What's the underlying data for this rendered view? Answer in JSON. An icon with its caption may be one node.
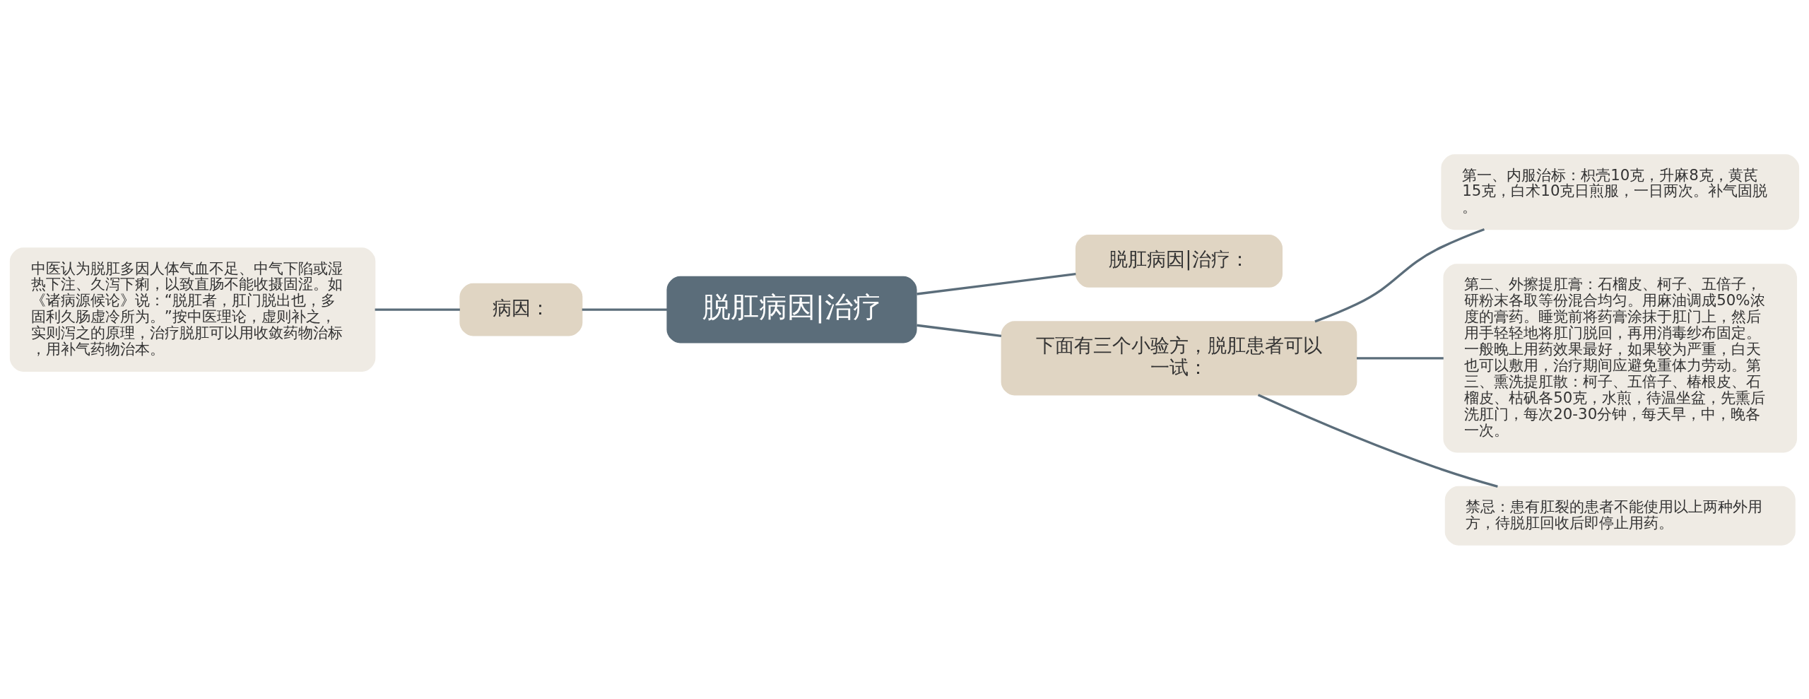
{
  "diagram": {
    "nodes": [
      {
        "text": [
          "脱肛病因|治疗"
        ]
      },
      {
        "text": [
          "脱肛病因|治疗："
        ]
      },
      {
        "text": [
          "病因："
        ]
      },
      {
        "text": [
          "中医认为脱肛多因人体气血不足、中气下陷或湿热下注、久泻下痢，以致直肠不能收摄固涩。如《诸病源候论》说：“脱肛者，肛门脱出也，多固利久肠虚冷所为。”按中医理论，虚则补之，实则泻之的原理，治疗脱肛可以用收敛药物治标，用补气药物治本。"
        ]
      },
      {
        "text": [
          "下面有三个小验方，脱肛患者可以一试："
        ]
      },
      {
        "text": [
          "第一、内服治标：枳壳10克，升麻8克，黄芪15克，白术10克日煎服，一日两次。补气固脱。"
        ]
      },
      {
        "text": [
          "第二、外擦提肛膏：石榴皮、柯子、五倍子，研粉末各取等份混合均匀。用麻油调成50%浓度的膏药。睡觉前将药膏涂抹于肛门上，然后用手轻轻地将肛门脱回，再用消毒纱布固定。一般晚上用药效果最好，如果较为严重，白天也可以敷用，治疗期间应避免重体力劳动。第三、熏洗提肛散：柯子、五倍子、椿根皮、石榴皮、枯矾各50克，水煎，待温坐盆，先熏后洗肛门，每次20-30分钟，每天早，中，晚各一次。"
        ]
      },
      {
        "text": [
          "禁忌：患有肛裂的患者不能使用以上两种外用方，待脱肛回收后即停止用药。"
        ]
      }
    ],
    "edges": [
      {
        "from": 0,
        "to": 1,
        "arrow": "none"
      },
      {
        "from": 2,
        "to": 0,
        "arrow": "none"
      },
      {
        "from": 3,
        "to": 2,
        "arrow": "none"
      },
      {
        "from": 0,
        "to": 4,
        "arrow": "none"
      },
      {
        "from": 4,
        "to": 5,
        "arrow": "none"
      },
      {
        "from": 4,
        "to": 6,
        "arrow": "none"
      },
      {
        "from": 4,
        "to": 7,
        "arrow": "none"
      }
    ]
  }
}
